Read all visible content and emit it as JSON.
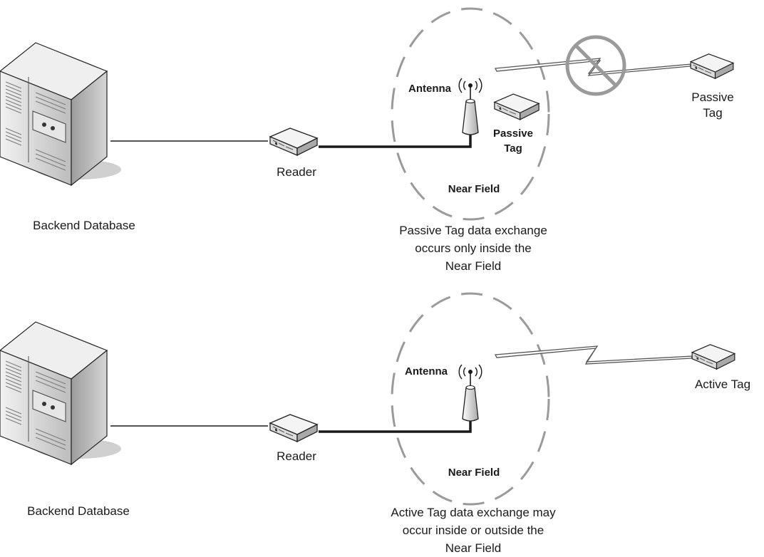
{
  "colors": {
    "field_stroke": "#9a9a9a",
    "no_sign": "#9a9a9a",
    "device_body": "#e8e8e8",
    "server_body": "#d9d9d9"
  },
  "icons": [
    "server-icon",
    "reader-icon",
    "antenna-icon",
    "tag-icon",
    "no-entry-icon",
    "lightning-signal-icon"
  ],
  "top": {
    "database_label": "Backend Database",
    "reader_label": "Reader",
    "antenna_label": "Antenna",
    "field_label": "Near Field",
    "inner_tag_label": [
      "Passive",
      "Tag"
    ],
    "outer_tag_label": [
      "Passive",
      "Tag"
    ],
    "caption": [
      "Passive Tag data exchange",
      "occurs only inside the",
      "Near Field"
    ]
  },
  "bottom": {
    "database_label": "Backend Database",
    "reader_label": "Reader",
    "antenna_label": "Antenna",
    "field_label": "Near Field",
    "outer_tag_label": "Active Tag",
    "caption": [
      "Active Tag data exchange may",
      "occur inside or outside the",
      "Near Field"
    ]
  }
}
